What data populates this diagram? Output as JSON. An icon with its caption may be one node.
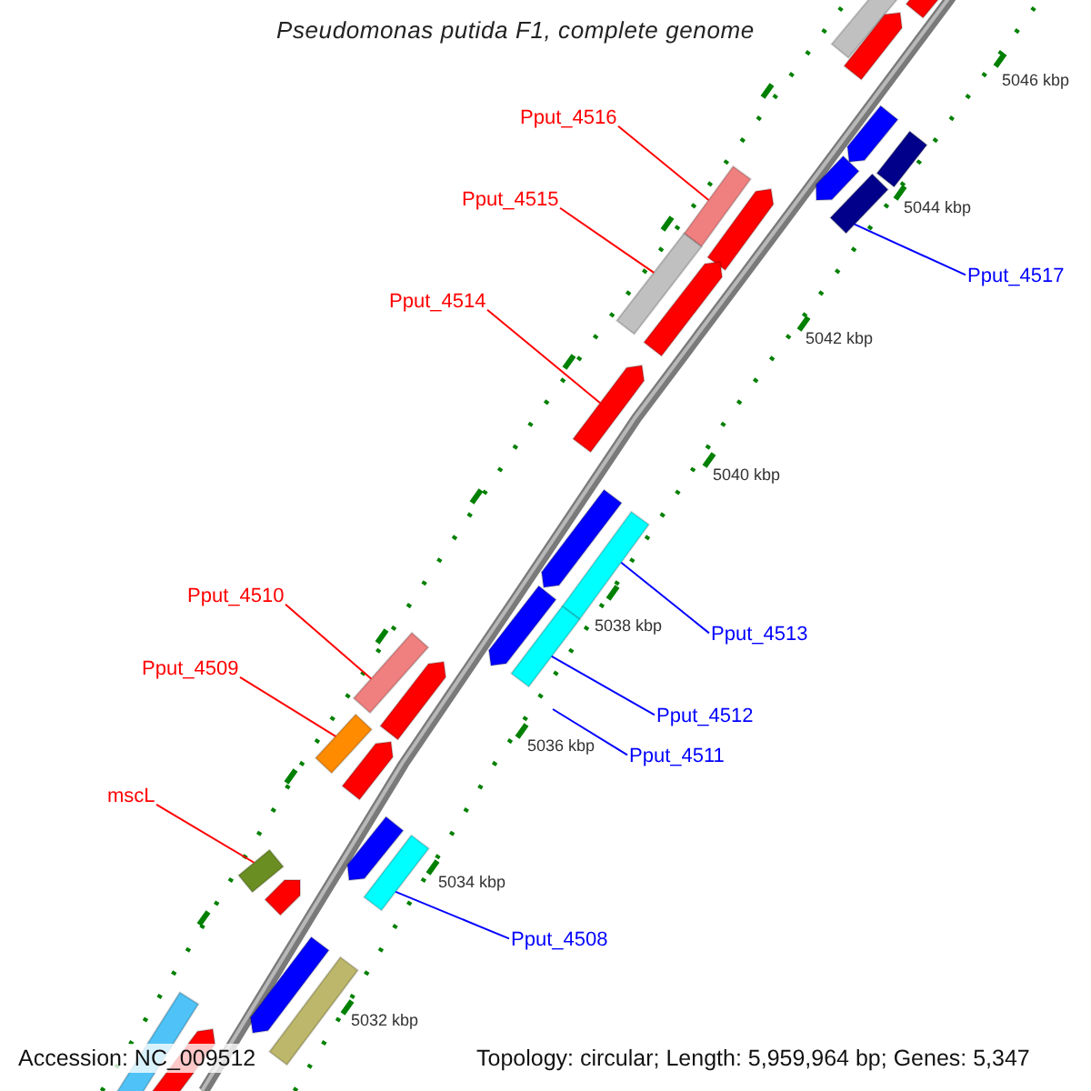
{
  "diagram": {
    "title": "Pseudomonas putida F1, complete genome",
    "nodes": [
      {
        "text": [
          "Pput_4516"
        ]
      },
      {
        "text": [],
        "shape": "box"
      },
      {
        "text": [
          "Pput_4515"
        ]
      },
      {
        "text": [],
        "shape": "box"
      },
      {
        "text": [
          "Pput_4517"
        ]
      },
      {
        "text": [],
        "shape": "box"
      },
      {
        "text": [
          "Pput_4514"
        ]
      },
      {
        "text": [],
        "shape": "box"
      },
      {
        "text": [
          "Pput_4510"
        ]
      },
      {
        "text": [],
        "shape": "box"
      },
      {
        "text": [
          "Pput_4513"
        ]
      },
      {
        "text": [],
        "shape": "box"
      },
      {
        "text": [
          "Pput_4509"
        ]
      },
      {
        "text": [],
        "shape": "box"
      },
      {
        "text": [
          "Pput_4512"
        ]
      },
      {
        "text": [],
        "shape": "box"
      },
      {
        "text": [
          "Pput_4511"
        ]
      },
      {
        "text": [
          "mscL"
        ]
      },
      {
        "text": [],
        "shape": "box"
      },
      {
        "text": [
          "Pput_4508"
        ]
      },
      {
        "text": [],
        "shape": "box"
      },
      {
        "text": [],
        "shape": "box"
      },
      {
        "text": [],
        "shape": "box"
      },
      {
        "text": [],
        "shape": "box"
      },
      {
        "text": [],
        "shape": "box"
      },
      {
        "text": [],
        "shape": "box"
      },
      {
        "text": [],
        "shape": "box"
      },
      {
        "text": [],
        "shape": "box"
      },
      {
        "text": [],
        "shape": "box"
      },
      {
        "text": [],
        "shape": "box"
      },
      {
        "text": [],
        "shape": "box"
      },
      {
        "text": [],
        "shape": "box"
      },
      {
        "text": [],
        "shape": "box"
      },
      {
        "text": [],
        "shape": "box"
      },
      {
        "text": [],
        "shape": "box"
      },
      {
        "text": [],
        "shape": "box"
      },
      {
        "text": [],
        "shape": "box"
      },
      {
        "text": [],
        "shape": "box"
      },
      {
        "text": [],
        "shape": "box"
      }
    ],
    "edges": [
      {
        "from": 0,
        "to": 1,
        "arrow": "none"
      },
      {
        "from": 2,
        "to": 3,
        "arrow": "none"
      },
      {
        "from": 4,
        "to": 5,
        "arrow": "none",
        "color": "#0000ff"
      },
      {
        "from": 6,
        "to": 7,
        "arrow": "none"
      },
      {
        "from": 8,
        "to": 9,
        "arrow": "none"
      },
      {
        "from": 10,
        "to": 11,
        "arrow": "none",
        "color": "#0000ff"
      },
      {
        "from": 12,
        "to": 13,
        "arrow": "none"
      },
      {
        "from": 14,
        "to": 15,
        "arrow": "none",
        "color": "#0000ff"
      },
      {
        "from": 16,
        "to": null,
        "arrow": "none",
        "color": "#0000ff"
      },
      {
        "from": 17,
        "to": 18,
        "arrow": "none"
      },
      {
        "from": 19,
        "to": 20,
        "arrow": "none",
        "color": "#0000ff"
      }
    ],
    "labels": [
      "5046 kbp",
      "5044 kbp",
      "5042 kbp",
      "5040 kbp",
      "5038 kbp",
      "5036 kbp",
      "5034 kbp",
      "5032 kbp",
      "Accession: NC_009512",
      "Topology: circular; Length: 5,959,964 bp; Genes: 5,347"
    ]
  }
}
